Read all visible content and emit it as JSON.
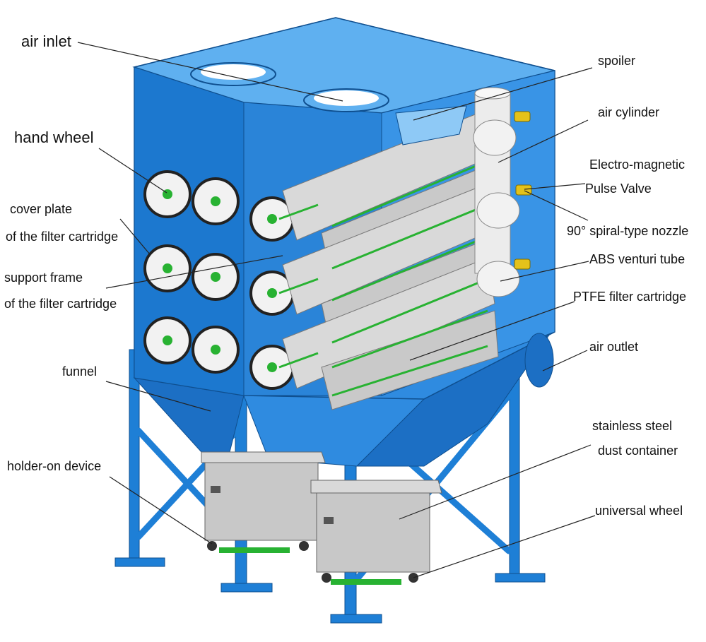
{
  "labels": {
    "air_inlet": "air inlet",
    "hand_wheel": "hand wheel",
    "cover_plate_1": "cover plate",
    "cover_plate_2": "of the filter cartridge",
    "support_frame_1": "support frame",
    "support_frame_2": "of the filter cartridge",
    "funnel": "funnel",
    "holder_on_device": "holder-on device",
    "spoiler": "spoiler",
    "air_cylinder": "air cylinder",
    "pulse_valve_1": "Electro-magnetic",
    "pulse_valve_2": "Pulse Valve",
    "spiral_nozzle": "90° spiral-type nozzle",
    "venturi_tube": "ABS venturi tube",
    "ptfe_cartridge": "PTFE filter cartridge",
    "air_outlet": "air outlet",
    "dust_container_1": "stainless steel",
    "dust_container_2": "dust container",
    "universal_wheel": "universal wheel"
  },
  "colors": {
    "body_blue": "#2f8be0",
    "body_blue_dark": "#1c6fc4",
    "body_blue_light": "#5fb0f0",
    "frame_blue": "#1e7fd6",
    "cartridge_gray": "#d9d9d9",
    "cartridge_shadow": "#9e9e9e",
    "frame_green": "#28b232",
    "cylinder_white": "#f2f2f2",
    "valve_yellow": "#e4c21a",
    "steel_gray": "#bdbdbd",
    "leader_line": "#222222"
  }
}
